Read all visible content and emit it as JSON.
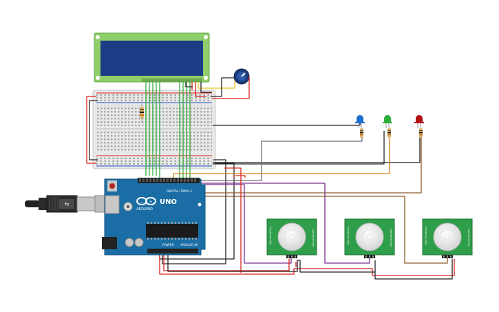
{
  "arduino": {
    "brand": "ARDUINO",
    "model": "UNO",
    "digital_label": "DIGITAL (PWM~)",
    "power_label": "POWER",
    "analog_label": "ANALOG IN"
  },
  "pir": {
    "left_label": "High Sensitivity",
    "right_label": "Low Sensitivity"
  },
  "colors": {
    "lcd_bezel": "#8ecf6a",
    "lcd_screen": "#1c3c86",
    "arduino_board": "#1b6ea5",
    "breadboard": "#e8e8e8",
    "pir_board": "#2f9e4a",
    "wire_green": "#2fae3a",
    "wire_red": "#d9201f",
    "wire_black": "#222222",
    "wire_orange": "#d97d12",
    "wire_purple": "#7a2b8d",
    "wire_brown": "#8a5a2b",
    "wire_gray": "#6e6e6e",
    "wire_yellow": "#e8c21b",
    "led_blue": "#1c6fd1",
    "led_green": "#2fae3a",
    "led_red": "#b31212"
  }
}
